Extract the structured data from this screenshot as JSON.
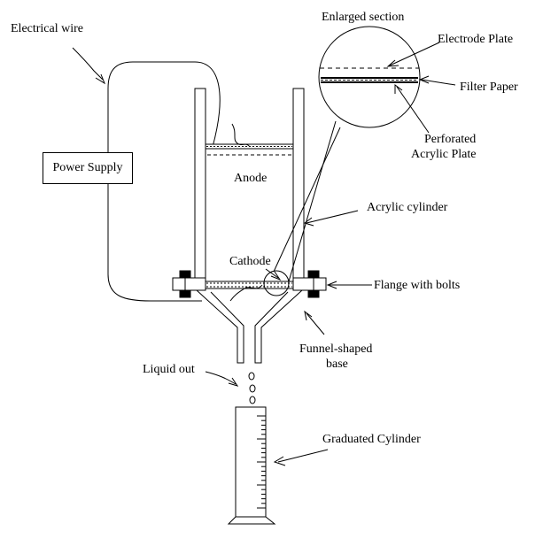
{
  "labels": {
    "electrical_wire": "Electrical wire",
    "power_supply": "Power Supply",
    "enlarged_section": "Enlarged section",
    "electrode_plate": "Electrode Plate",
    "filter_paper": "Filter Paper",
    "perforated_line1": "Perforated",
    "perforated_line2": "Acrylic Plate",
    "anode": "Anode",
    "acrylic_cylinder": "Acrylic cylinder",
    "cathode": "Cathode",
    "flange_with_bolts": "Flange with bolts",
    "funnel_line1": "Funnel-shaped",
    "funnel_line2": "base",
    "liquid_out": "Liquid out",
    "graduated_cylinder": "Graduated Cylinder"
  },
  "colors": {
    "line": "#000000",
    "background": "#ffffff",
    "bolt": "#000000"
  }
}
